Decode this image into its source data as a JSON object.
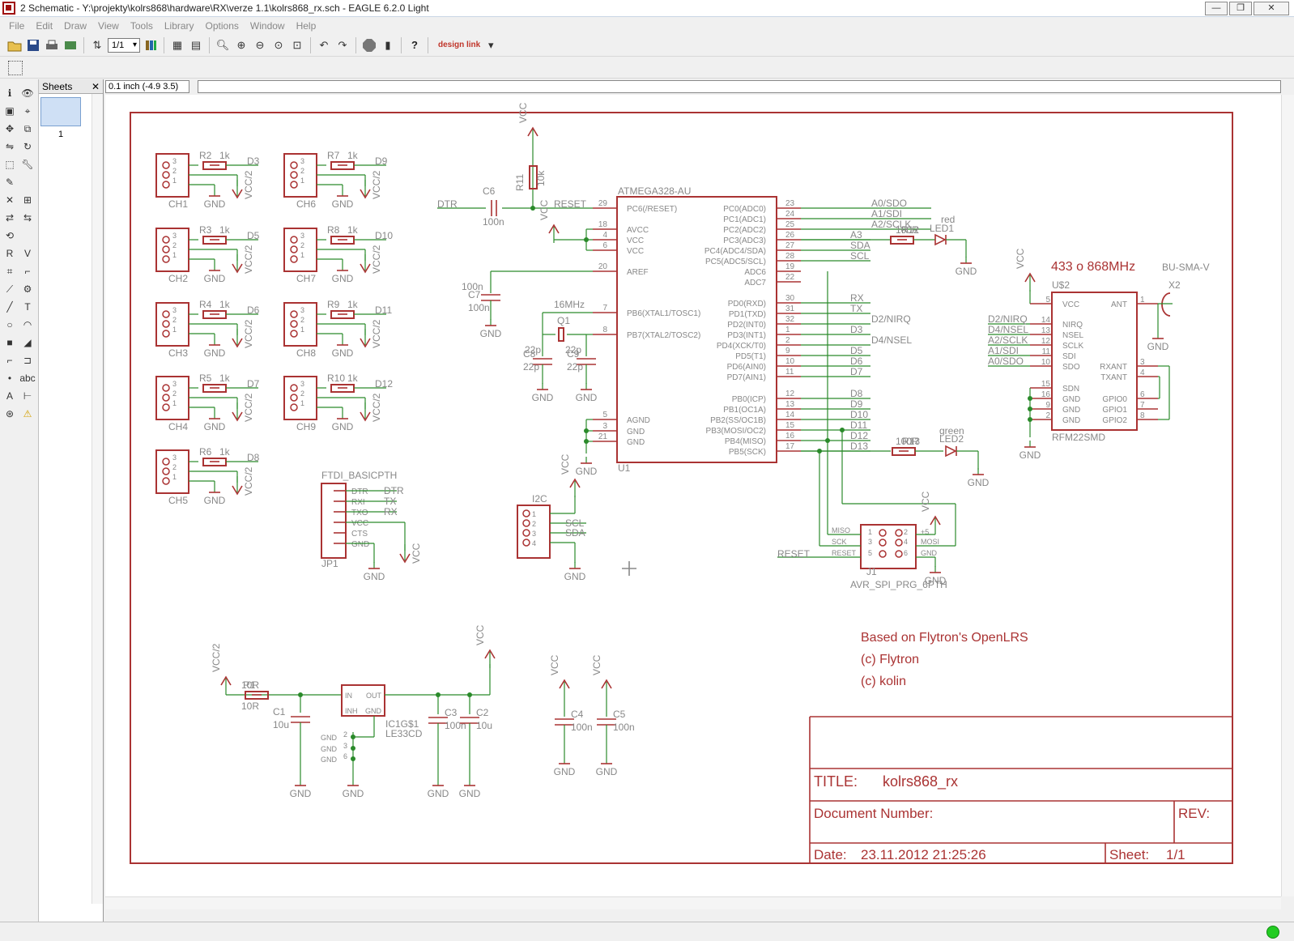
{
  "window": {
    "title": "2 Schematic - Y:\\projekty\\kolrs868\\hardware\\RX\\verze 1.1\\kolrs868_rx.sch - EAGLE 6.2.0 Light",
    "min_label": "—",
    "max_label": "❐",
    "close_label": "✕"
  },
  "menu": [
    "File",
    "Edit",
    "Draw",
    "View",
    "Tools",
    "Library",
    "Options",
    "Window",
    "Help"
  ],
  "toolbar": {
    "sheet_value": "1/1",
    "designlink_label": "design link"
  },
  "sheets_panel": {
    "title": "Sheets",
    "sheet_number": "1"
  },
  "coord": {
    "value": "0.1 inch (-4.9 3.5)"
  },
  "schematic": {
    "channels": [
      {
        "name": "CH1",
        "res": "R2",
        "val": "1k",
        "sig": "D3"
      },
      {
        "name": "CH2",
        "res": "R3",
        "val": "1k",
        "sig": "D5"
      },
      {
        "name": "CH3",
        "res": "R4",
        "val": "1k",
        "sig": "D6"
      },
      {
        "name": "CH4",
        "res": "R5",
        "val": "1k",
        "sig": "D7"
      },
      {
        "name": "CH5",
        "res": "R6",
        "val": "1k",
        "sig": "D8"
      },
      {
        "name": "CH6",
        "res": "R7",
        "val": "1k",
        "sig": "D9"
      },
      {
        "name": "CH7",
        "res": "R8",
        "val": "1k",
        "sig": "D10"
      },
      {
        "name": "CH8",
        "res": "R9",
        "val": "1k",
        "sig": "D11"
      },
      {
        "name": "CH9",
        "res": "R10",
        "val": "1k",
        "sig": "D12"
      }
    ],
    "gnd": "GND",
    "vcc2": "VCC/2",
    "vcc": "VCC",
    "mcu": {
      "name": "ATMEGA328-AU",
      "ref": "U1",
      "left_pins": [
        {
          "num": "29",
          "name": "PC6(/RESET)"
        },
        {
          "num": "18",
          "name": "AVCC"
        },
        {
          "num": "4",
          "name": "VCC"
        },
        {
          "num": "6",
          "name": "VCC"
        },
        {
          "num": "20",
          "name": "AREF"
        },
        {
          "num": "7",
          "name": "PB6(XTAL1/TOSC1)"
        },
        {
          "num": "8",
          "name": "PB7(XTAL2/TOSC2)"
        },
        {
          "num": "5",
          "name": "AGND"
        },
        {
          "num": "3",
          "name": "GND"
        },
        {
          "num": "21",
          "name": "GND"
        }
      ],
      "right_pins": [
        {
          "num": "23",
          "name": "PC0(ADC0)",
          "net": "A0/SDO"
        },
        {
          "num": "24",
          "name": "PC1(ADC1)",
          "net": "A1/SDI"
        },
        {
          "num": "25",
          "name": "PC2(ADC2)",
          "net": "A2/SCLK"
        },
        {
          "num": "26",
          "name": "PC3(ADC3)",
          "net": "A3"
        },
        {
          "num": "27",
          "name": "PC4(ADC4/SDA)",
          "net": "SDA"
        },
        {
          "num": "28",
          "name": "PC5(ADC5/SCL)",
          "net": "SCL"
        },
        {
          "num": "19",
          "name": "ADC6",
          "net": ""
        },
        {
          "num": "22",
          "name": "ADC7",
          "net": ""
        },
        {
          "num": "30",
          "name": "PD0(RXD)",
          "net": "RX"
        },
        {
          "num": "31",
          "name": "PD1(TXD)",
          "net": "TX"
        },
        {
          "num": "32",
          "name": "PD2(INT0)",
          "net": "D2/NIRQ"
        },
        {
          "num": "1",
          "name": "PD3(INT1)",
          "net": "D3"
        },
        {
          "num": "2",
          "name": "PD4(XCK/T0)",
          "net": "D4/NSEL"
        },
        {
          "num": "9",
          "name": "PD5(T1)",
          "net": "D5"
        },
        {
          "num": "10",
          "name": "PD6(AIN0)",
          "net": "D6"
        },
        {
          "num": "11",
          "name": "PD7(AIN1)",
          "net": "D7"
        },
        {
          "num": "12",
          "name": "PB0(ICP)",
          "net": "D8"
        },
        {
          "num": "13",
          "name": "PB1(OC1A)",
          "net": "D9"
        },
        {
          "num": "14",
          "name": "PB2(SS/OC1B)",
          "net": "D10"
        },
        {
          "num": "15",
          "name": "PB3(MOSI/OC2)",
          "net": "D11"
        },
        {
          "num": "16",
          "name": "PB4(MISO)",
          "net": "D12"
        },
        {
          "num": "17",
          "name": "PB5(SCK)",
          "net": "D13"
        }
      ]
    },
    "parts": {
      "c6": "C6",
      "c6_val": "100n",
      "dtr": "DTR",
      "reset": "RESET",
      "r11": "R11",
      "r11_val": "10k",
      "c7": "C7",
      "c7_val": "100n",
      "q1": "Q1",
      "q1_val": "16MHz",
      "c8": "C8",
      "c8_val": "22p",
      "c9": "C9",
      "c9_val": "22p",
      "r12": "R12",
      "r12_val": "100R",
      "led1": "LED1",
      "led1_val": "red",
      "r13": "R13",
      "r13_val": "100R",
      "led2": "LED2",
      "led2_val": "green",
      "rf_title": "433 o 868MHz",
      "rf_ref": "U$2",
      "rf_name": "RFM22SMD",
      "ant": "BU-SMA-V",
      "ant_ref": "X2",
      "ftdi": "FTDI_BASICPTH",
      "ftdi_ref": "JP1",
      "i2c": "I2C",
      "isp": "AVR_SPI_PRG_6PTH",
      "isp_ref": "J1",
      "r1": "R1",
      "r1_val": "10R",
      "c1": "C1",
      "c1_val": "10u",
      "reg": "IC1G$1",
      "reg_val": "LE33CD",
      "c3": "C3",
      "c3_val": "100n",
      "c2": "C2",
      "c2_val": "10u",
      "c4": "C4",
      "c4_val": "100n",
      "c5": "C5",
      "c5_val": "100n"
    },
    "rf_left_pins": [
      {
        "num": "5",
        "name": "VCC"
      },
      {
        "num": "14",
        "name": "NIRQ",
        "net": "D2/NIRQ"
      },
      {
        "num": "13",
        "name": "NSEL",
        "net": "D4/NSEL"
      },
      {
        "num": "12",
        "name": "SCLK",
        "net": "A2/SCLK"
      },
      {
        "num": "11",
        "name": "SDI",
        "net": "A1/SDI"
      },
      {
        "num": "10",
        "name": "SDO",
        "net": "A0/SDO"
      },
      {
        "num": "15",
        "name": "SDN"
      },
      {
        "num": "16",
        "name": "GND"
      },
      {
        "num": "9",
        "name": "GND"
      },
      {
        "num": "2",
        "name": "GND"
      }
    ],
    "rf_right_pins": [
      {
        "num": "1",
        "name": "ANT"
      },
      {
        "num": "3",
        "name": "RXANT"
      },
      {
        "num": "4",
        "name": "TXANT"
      },
      {
        "num": "6",
        "name": "GPIO0"
      },
      {
        "num": "7",
        "name": "GPIO1"
      },
      {
        "num": "8",
        "name": "GPIO2"
      }
    ],
    "ftdi_pins": [
      {
        "name": "DTR",
        "net": "DTR"
      },
      {
        "name": "RXI",
        "net": "TX"
      },
      {
        "name": "TXO",
        "net": "RX"
      },
      {
        "name": "VCC",
        "net": ""
      },
      {
        "name": "CTS",
        "net": ""
      },
      {
        "name": "GND",
        "net": ""
      }
    ],
    "i2c_pins": [
      {
        "num": "1",
        "net": ""
      },
      {
        "num": "2",
        "net": "SCL"
      },
      {
        "num": "3",
        "net": "SDA"
      },
      {
        "num": "4",
        "net": ""
      }
    ],
    "isp_labels": {
      "miso": "MISO",
      "sck": "SCK",
      "reset": "RESET",
      "p5": "+5",
      "mosi": "MOSI",
      "gnd": "GND",
      "n1": "1",
      "n2": "2",
      "n3": "3",
      "n4": "4",
      "n5": "5",
      "n6": "6"
    },
    "reg_pins": {
      "in": "IN",
      "out": "OUT",
      "inh": "INH",
      "gnd": "GND",
      "p2": "2",
      "p3": "3",
      "p6": "6"
    },
    "credits": [
      "Based on Flytron's OpenLRS",
      "(c) Flytron",
      "(c) kolin"
    ],
    "frame": {
      "title_label": "TITLE:",
      "title_value": "kolrs868_rx",
      "docnum_label": "Document Number:",
      "rev_label": "REV:",
      "date_label": "Date:",
      "date_value": "23.11.2012  21:25:26",
      "sheet_label": "Sheet:",
      "sheet_value": "1/1"
    }
  }
}
